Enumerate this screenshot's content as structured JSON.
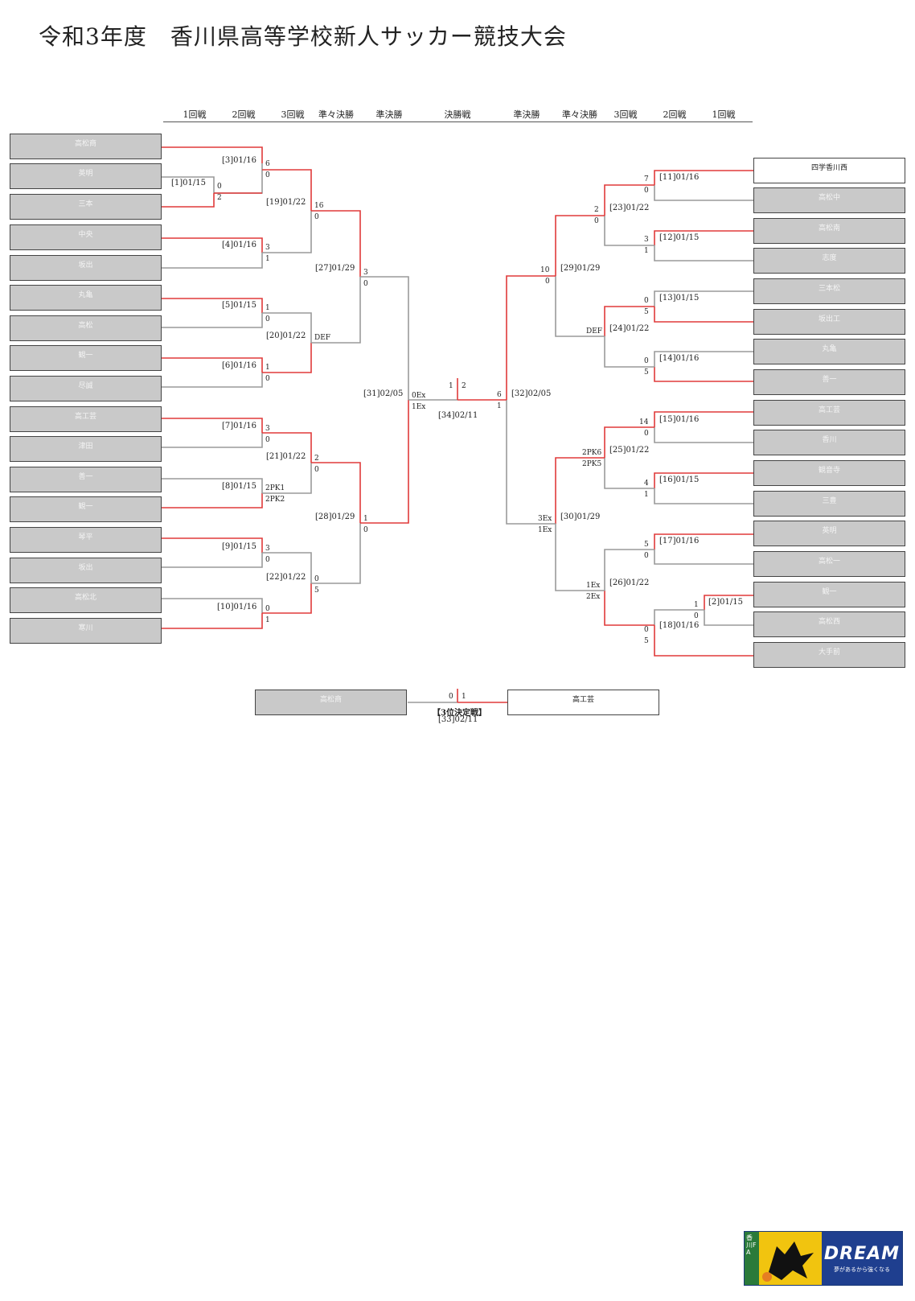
{
  "title": "令和3年度　香川県高等学校新人サッカー競技大会",
  "rounds_left": [
    "1回戦",
    "2回戦",
    "3回戦",
    "準々決勝",
    "準決勝"
  ],
  "round_final": "決勝戦",
  "rounds_right": [
    "準決勝",
    "準々決勝",
    "3回戦",
    "2回戦",
    "1回戦"
  ],
  "teams_left": [
    "高松商",
    "英明",
    "三本",
    "中央",
    "坂出",
    "丸亀",
    "高松",
    "観一",
    "尽誠",
    "高工芸",
    "津田",
    "善一",
    "観一",
    "琴平",
    "坂出",
    "高松北",
    "寒川"
  ],
  "teams_right": [
    "四学香川西",
    "高松中",
    "高松南",
    "志度",
    "三本松",
    "坂出工",
    "丸亀",
    "善一",
    "高工芸",
    "香川",
    "観音寺",
    "三豊",
    "英明",
    "高松一",
    "観一",
    "高松西",
    "大手前"
  ],
  "match_labels": {
    "m1": "[1]01/15",
    "m2": "[2]01/15",
    "m3": "[3]01/16",
    "m4": "[4]01/16",
    "m5": "[5]01/15",
    "m6": "[6]01/16",
    "m7": "[7]01/16",
    "m8": "[8]01/15",
    "m9": "[9]01/15",
    "m10": "[10]01/16",
    "m11": "[11]01/16",
    "m12": "[12]01/15",
    "m13": "[13]01/15",
    "m14": "[14]01/16",
    "m15": "[15]01/16",
    "m16": "[16]01/15",
    "m17": "[17]01/16",
    "m18": "[18]01/16",
    "m19": "[19]01/22",
    "m20": "[20]01/22",
    "m21": "[21]01/22",
    "m22": "[22]01/22",
    "m23": "[23]01/22",
    "m24": "[24]01/22",
    "m25": "[25]01/22",
    "m26": "[26]01/22",
    "m27": "[27]01/29",
    "m28": "[28]01/29",
    "m29": "[29]01/29",
    "m30": "[30]01/29",
    "m31": "[31]02/05",
    "m32": "[32]02/05",
    "m33": "[33]02/11",
    "m34": "[34]02/11"
  },
  "scores": {
    "m1": [
      "0",
      "2"
    ],
    "m3": [
      "6",
      "0"
    ],
    "m4": [
      "3",
      "1"
    ],
    "m5": [
      "1",
      "0"
    ],
    "m6": [
      "1",
      "0"
    ],
    "m7": [
      "3",
      "0"
    ],
    "m8": [
      "2PK1",
      "2PK2"
    ],
    "m9": [
      "3",
      "0"
    ],
    "m10": [
      "0",
      "1"
    ],
    "m19": [
      "16",
      "0"
    ],
    "m20": [
      "DEF"
    ],
    "m21": [
      "2",
      "0"
    ],
    "m22": [
      "0",
      "5"
    ],
    "m27": [
      "3",
      "0"
    ],
    "m28": [
      "1",
      "0"
    ],
    "m31": [
      "0Ex",
      "1Ex"
    ],
    "m34": [
      "1",
      "2"
    ],
    "m11": [
      "7",
      "0"
    ],
    "m12": [
      "3",
      "1"
    ],
    "m13": [
      "0",
      "5"
    ],
    "m14": [
      "0",
      "5"
    ],
    "m15": [
      "14",
      "0"
    ],
    "m16": [
      "4",
      "1"
    ],
    "m17": [
      "5",
      "0"
    ],
    "m2": [
      "1",
      "0"
    ],
    "m18": [
      "0",
      "5"
    ],
    "m23": [
      "2",
      "0"
    ],
    "m24": [
      "DEF"
    ],
    "m25": [
      "2PK6",
      "2PK5"
    ],
    "m26": [
      "1Ex",
      "2Ex"
    ],
    "m29": [
      "10",
      "0"
    ],
    "m30": [
      "3Ex",
      "1Ex"
    ],
    "m32": [
      "6",
      "1"
    ],
    "m33": [
      "0",
      "1"
    ]
  },
  "third_place": {
    "label": "【3位決定戦】",
    "team_left": "高松商",
    "team_right": "高工芸"
  },
  "logo": {
    "main": "DREAM",
    "sub": "夢があるから強くなる",
    "side": "香川FA",
    "primary_color": "#1f3f8f",
    "accent_color": "#f1c40f"
  },
  "colors": {
    "winner_line": "#e03a3a",
    "loser_line": "#9a9a9a",
    "team_box": "#c9c9c9"
  }
}
